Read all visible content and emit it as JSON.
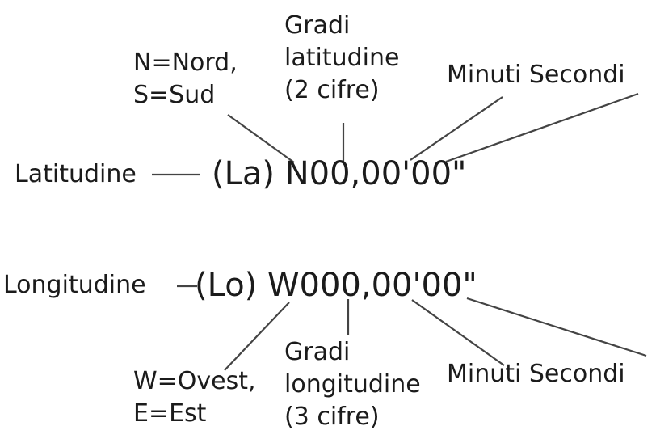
{
  "latitude": {
    "label": "Latitudine",
    "code": "(La) N00,00'00\"",
    "hemisphere_note": [
      "N=Nord,",
      "S=Sud"
    ],
    "degrees_note": [
      "Gradi",
      "latitudine",
      "(2 cifre)"
    ],
    "minutes_seconds": "Minuti Secondi"
  },
  "longitude": {
    "label": "Longitudine",
    "code": "(Lo) W000,00'00\"",
    "hemisphere_note": [
      "W=Ovest,",
      "E=Est"
    ],
    "degrees_note": [
      "Gradi",
      "longitudine",
      "(3 cifre)"
    ],
    "minutes_seconds": "Minuti Secondi"
  }
}
